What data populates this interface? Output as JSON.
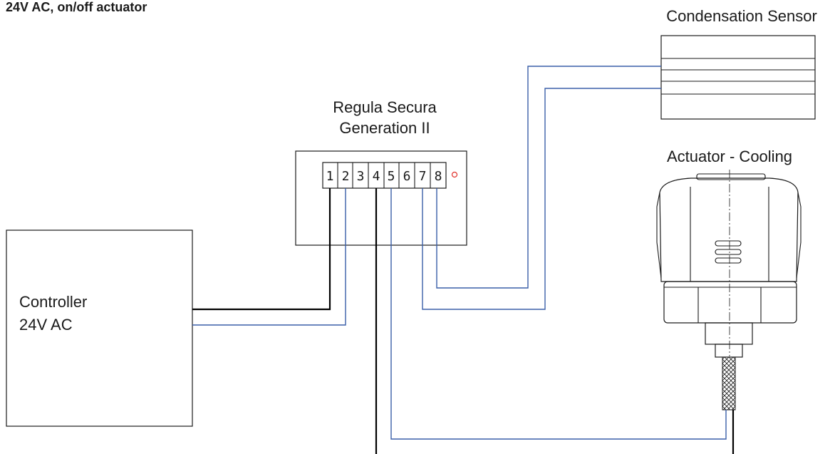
{
  "heading": "24V AC, on/off actuator",
  "sensor": {
    "label": "Condensation Sensor"
  },
  "regulator": {
    "line1": "Regula Secura",
    "line2": "Generation II",
    "terminals": [
      "1",
      "2",
      "3",
      "4",
      "5",
      "6",
      "7",
      "8"
    ]
  },
  "actuator": {
    "label": "Actuator - Cooling"
  },
  "controller": {
    "line1": "Controller",
    "line2": "24V AC"
  },
  "colors": {
    "black_wire": "#000000",
    "blue_wire": "#3a5fa8",
    "led": "#e0302a"
  }
}
